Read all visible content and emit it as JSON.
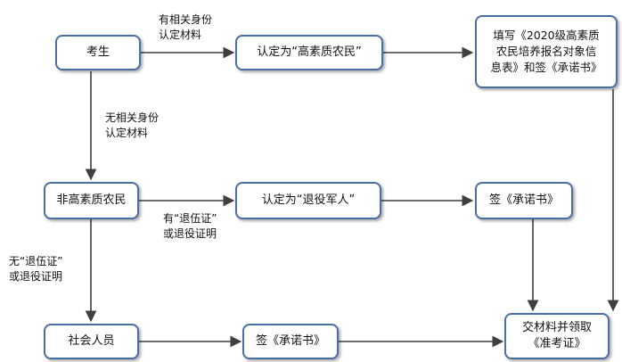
{
  "nodes": {
    "examinee": "考生",
    "recognized_farmer": "认定为“高素质农民”",
    "fill_form_sign": "填写《2020级高素质\n农民培养报名对象信\n息表》和签《承诺书》",
    "non_farmer": "非高素质农民",
    "recognized_veteran": "认定为“退役军人”",
    "sign_pledge_veteran": "签《承诺书》",
    "social_person": "社会人员",
    "sign_pledge_social": "签《承诺书》",
    "submit_ticket": "交材料并领取\n《准考证》"
  },
  "edge_labels": {
    "has_id_material": "有相关身份\n认定材料",
    "no_id_material": "无相关身份\n认定材料",
    "has_discharge_cert": "有“退伍证”\n或退役证明",
    "no_discharge_cert": "无“退伍证”\n或退役证明"
  },
  "colors": {
    "node_border": "#4a6fa5",
    "arrow": "#3f3f3f"
  }
}
